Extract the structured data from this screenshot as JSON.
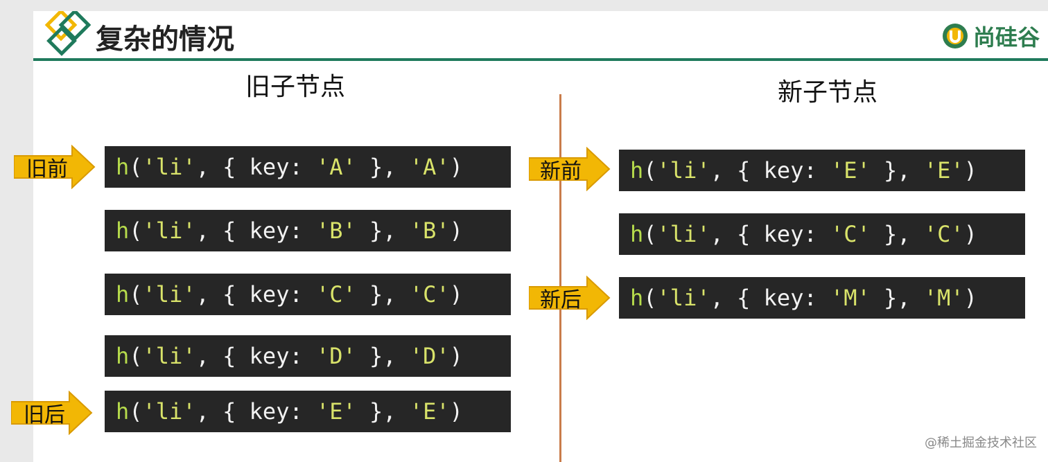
{
  "header": {
    "title": "复杂的情况",
    "brand": "尚硅谷"
  },
  "old_children": {
    "heading": "旧子节点",
    "rows": [
      {
        "fn": "h",
        "tag": "'li'",
        "key_kw": "key:",
        "key": "'A'",
        "text": "'A'"
      },
      {
        "fn": "h",
        "tag": "'li'",
        "key_kw": "key:",
        "key": "'B'",
        "text": "'B'"
      },
      {
        "fn": "h",
        "tag": "'li'",
        "key_kw": "key:",
        "key": "'C'",
        "text": "'C'"
      },
      {
        "fn": "h",
        "tag": "'li'",
        "key_kw": "key:",
        "key": "'D'",
        "text": "'D'"
      },
      {
        "fn": "h",
        "tag": "'li'",
        "key_kw": "key:",
        "key": "'E'",
        "text": "'E'"
      }
    ],
    "pointer_front": "旧前",
    "pointer_back": "旧后"
  },
  "new_children": {
    "heading": "新子节点",
    "rows": [
      {
        "fn": "h",
        "tag": "'li'",
        "key_kw": "key:",
        "key": "'E'",
        "text": "'E'"
      },
      {
        "fn": "h",
        "tag": "'li'",
        "key_kw": "key:",
        "key": "'C'",
        "text": "'C'"
      },
      {
        "fn": "h",
        "tag": "'li'",
        "key_kw": "key:",
        "key": "'M'",
        "text": "'M'"
      }
    ],
    "pointer_front": "新前",
    "pointer_back": "新后"
  },
  "colors": {
    "accent": "#1f7a5c",
    "pointer": "#f2b705",
    "code_bg": "#262626",
    "divider": "#c97c4a"
  },
  "watermark": "@稀土掘金技术社区"
}
